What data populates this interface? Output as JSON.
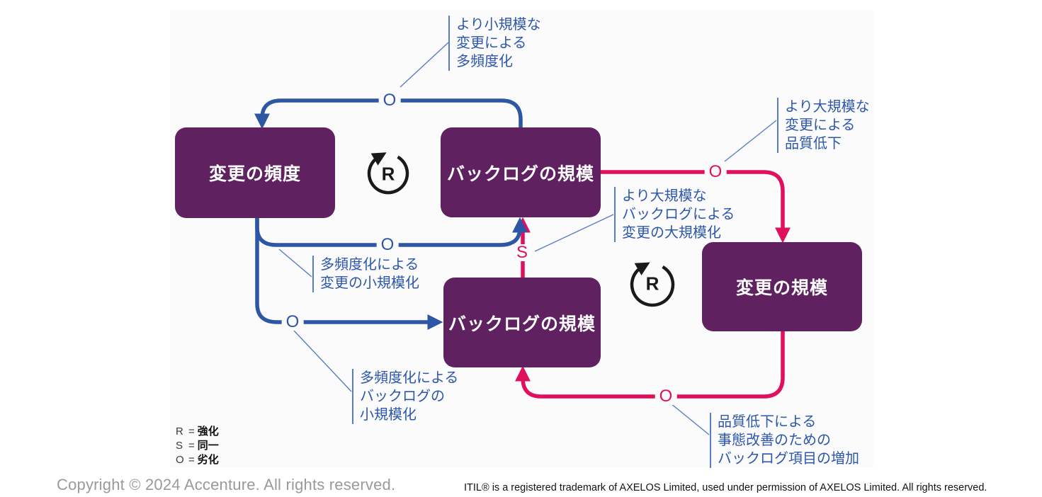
{
  "colors": {
    "node_purple": "#5f2160",
    "arrow_blue": "#2d56a5",
    "arrow_pink": "#e0105f",
    "annotation_blue": "#2d57ac",
    "loop_black": "#1a1a1a",
    "panel_bg": "#fbfbfc"
  },
  "diagram": {
    "nodes": {
      "change_frequency": {
        "label": "変更の頻度"
      },
      "backlog_size_top": {
        "label": "バックログの規模"
      },
      "backlog_size_bottom": {
        "label": "バックログの規模"
      },
      "change_size": {
        "label": "変更の規模"
      }
    },
    "loops": {
      "left": {
        "label": "R"
      },
      "right": {
        "label": "R"
      }
    },
    "links": {
      "backlog_top_to_change_frequency": {
        "label": "O",
        "color": "blue"
      },
      "change_frequency_to_backlog_top": {
        "label": "O",
        "color": "blue"
      },
      "change_frequency_to_backlog_bottom": {
        "label": "O",
        "color": "blue"
      },
      "backlog_top_to_change_size": {
        "label": "O",
        "color": "pink"
      },
      "backlog_bottom_to_backlog_top": {
        "label": "S",
        "color": "pink"
      },
      "change_size_to_backlog_bottom": {
        "label": "O",
        "color": "pink"
      }
    },
    "annotations": {
      "smaller_changes_more_frequent": {
        "lines": [
          "より小規模な",
          "変更による",
          "多頻度化"
        ]
      },
      "larger_changes_quality_drop": {
        "lines": [
          "より大規模な",
          "変更による",
          "品質低下"
        ]
      },
      "larger_backlog_larger_changes": {
        "lines": [
          "より大規模な",
          "バックログによる",
          "変更の大規模化"
        ]
      },
      "higher_frequency_smaller_changes": {
        "lines": [
          "多頻度化による",
          "変更の小規模化"
        ]
      },
      "higher_frequency_smaller_backlog": {
        "lines": [
          "多頻度化による",
          "バックログの",
          "小規模化"
        ]
      },
      "quality_drop_backlog_increase": {
        "lines": [
          "品質低下による",
          "事態改善のための",
          "バックログ項目の増加"
        ]
      }
    },
    "legend": {
      "rows": [
        {
          "symbol": "R",
          "eq": "=",
          "meaning": "強化"
        },
        {
          "symbol": "S",
          "eq": "=",
          "meaning": "同一"
        },
        {
          "symbol": "O",
          "eq": "=",
          "meaning": "劣化"
        }
      ]
    }
  },
  "footer": {
    "copyright": "Copyright © 2024 Accenture. All rights reserved.",
    "trademark": "ITIL® is a registered trademark of AXELOS Limited, used under permission of AXELOS Limited. All rights reserved."
  }
}
